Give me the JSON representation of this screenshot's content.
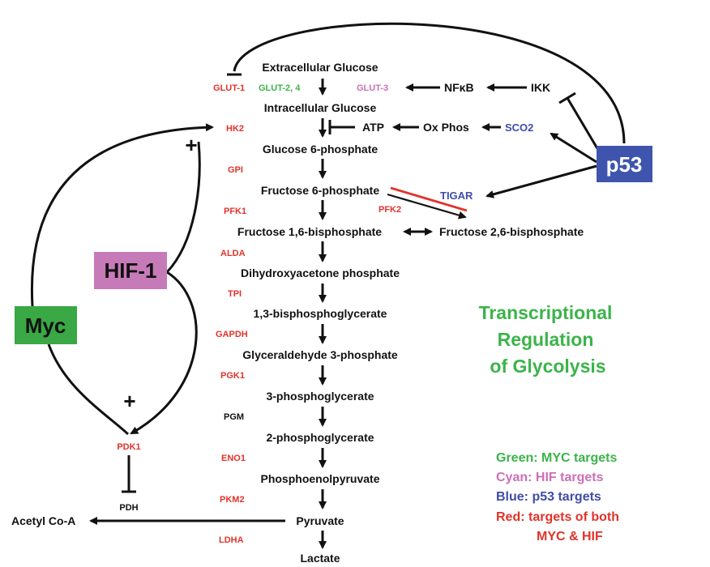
{
  "colors": {
    "green": "#3bb44a",
    "pink": "#cc6fb8",
    "blue": "#3f4da8",
    "red": "#e1332a",
    "black": "#111111",
    "hif_box": "#c77ab8",
    "myc_box": "#3aa845",
    "p53_box": "#3f55ad"
  },
  "metabolites": {
    "extracellular_glucose": "Extracellular Glucose",
    "intracellular_glucose": "Intracellular Glucose",
    "glucose_6_phosphate": "Glucose 6-phosphate",
    "fructose_6_phosphate": "Fructose 6-phosphate",
    "fructose_1_6_bisphosphate": "Fructose 1,6-bisphosphate",
    "fructose_2_6_bisphosphate": "Fructose 2,6-bisphosphate",
    "dihydroxyacetone_phosphate": "Dihydroxyacetone phosphate",
    "bisphosphoglycerate": "1,3-bisphosphoglycerate",
    "glyceraldehyde_3_phosphate": "Glyceraldehyde 3-phosphate",
    "phosphoglycerate_3": "3-phosphoglycerate",
    "phosphoglycerate_2": "2-phosphoglycerate",
    "phosphoenolpyruvate": "Phosphoenolpyruvate",
    "pyruvate": "Pyruvate",
    "lactate": "Lactate",
    "acetyl_coa": "Acetyl Co-A",
    "atp": "ATP",
    "ox_phos": "Ox Phos",
    "nfkb": "NFκB",
    "ikk": "IKK"
  },
  "enzymes": {
    "glut1": "GLUT-1",
    "glut24": "GLUT-2, 4",
    "glut3": "GLUT-3",
    "hk2": "HK2",
    "gpi": "GPI",
    "pfk1": "PFK1",
    "pfk2": "PFK2",
    "aldo": "ALDA",
    "tpi": "TPI",
    "gapdh": "GAPDH",
    "pgk1": "PGK1",
    "pgm": "PGM",
    "eno1": "ENO1",
    "pkm2": "PKM2",
    "ldha": "LDHA",
    "pdk1": "PDK1",
    "pdh": "PDH",
    "sco2": "SCO2",
    "tigar": "TIGAR"
  },
  "regulators": {
    "myc": "Myc",
    "hif1": "HIF-1",
    "p53": "p53"
  },
  "signs": {
    "plus_top": "+",
    "plus_bottom": "+"
  },
  "title": {
    "line1": "Transcriptional",
    "line2": "Regulation",
    "line3": "of Glycolysis"
  },
  "legend": {
    "green": "Green: MYC targets",
    "cyan": "Cyan: HIF targets",
    "blue": "Blue: p53 targets",
    "red_line1": "Red: targets of both",
    "red_line2": "MYC & HIF"
  }
}
